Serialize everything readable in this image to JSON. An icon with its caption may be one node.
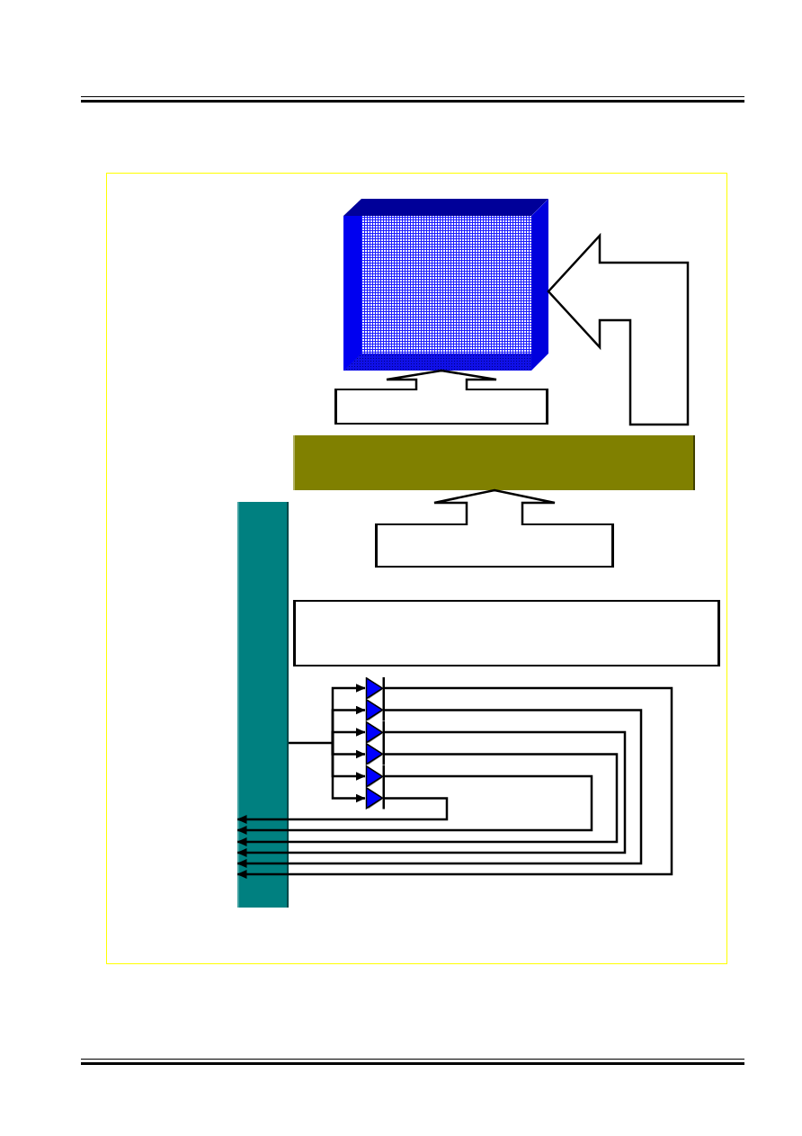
{
  "diagram": {
    "nodes": [
      {
        "text": [],
        "shape": "box"
      },
      {
        "text": [],
        "shape": "box"
      },
      {
        "text": [],
        "shape": "bar"
      },
      {
        "text": [],
        "shape": "box"
      },
      {
        "text": [],
        "shape": "box"
      },
      {
        "text": [],
        "shape": "bar"
      },
      {
        "text": [],
        "shape": "triangle"
      },
      {
        "text": [],
        "shape": "triangle"
      },
      {
        "text": [],
        "shape": "triangle"
      },
      {
        "text": [],
        "shape": "triangle"
      },
      {
        "text": [],
        "shape": "triangle"
      },
      {
        "text": [],
        "shape": "triangle"
      }
    ],
    "edges": [
      {
        "from": 1,
        "to": 0,
        "arrow": "to",
        "style": "thick"
      },
      {
        "from": null,
        "to": 0,
        "arrow": "to",
        "style": "thick"
      },
      {
        "from": 3,
        "to": 2,
        "arrow": "to",
        "style": "thick"
      },
      {
        "from": 5,
        "to": 6,
        "arrow": "to"
      },
      {
        "from": 5,
        "to": 7,
        "arrow": "to"
      },
      {
        "from": 5,
        "to": 8,
        "arrow": "to"
      },
      {
        "from": 5,
        "to": 9,
        "arrow": "to"
      },
      {
        "from": 5,
        "to": 10,
        "arrow": "to"
      },
      {
        "from": 5,
        "to": 11,
        "arrow": "to"
      },
      {
        "from": 6,
        "to": 5,
        "arrow": "to"
      },
      {
        "from": 7,
        "to": 5,
        "arrow": "to"
      },
      {
        "from": 8,
        "to": 5,
        "arrow": "to"
      },
      {
        "from": 9,
        "to": 5,
        "arrow": "to"
      },
      {
        "from": 10,
        "to": 5,
        "arrow": "to"
      },
      {
        "from": 11,
        "to": 5,
        "arrow": "to"
      }
    ]
  }
}
